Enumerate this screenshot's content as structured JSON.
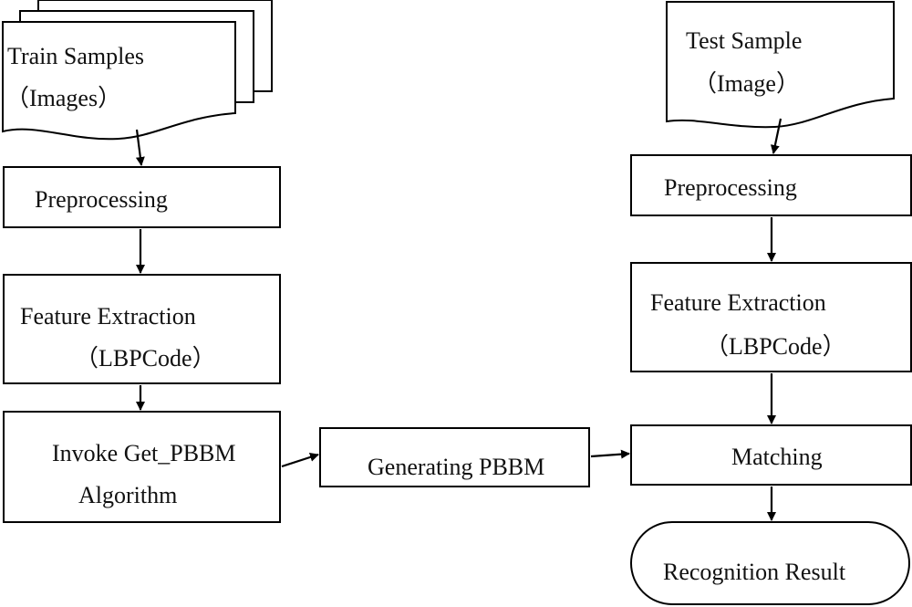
{
  "left_flow": {
    "train_samples": {
      "line1": "Train Samples",
      "line2": "（Images）"
    },
    "preprocessing": "Preprocessing",
    "feature_extraction": {
      "line1": "Feature Extraction",
      "line2": "（LBPCode）"
    },
    "invoke": {
      "line1": "Invoke Get_PBBM",
      "line2": "Algorithm"
    }
  },
  "middle": {
    "generating": "Generating PBBM"
  },
  "right_flow": {
    "test_sample": {
      "line1": "Test Sample",
      "line2": "（Image）"
    },
    "preprocessing": "Preprocessing",
    "feature_extraction": {
      "line1": "Feature Extraction",
      "line2": "（LBPCode）"
    },
    "matching": "Matching",
    "result": "Recognition Result"
  },
  "colors": {
    "stroke": "#000000",
    "text": "#111111",
    "background": "#ffffff"
  }
}
